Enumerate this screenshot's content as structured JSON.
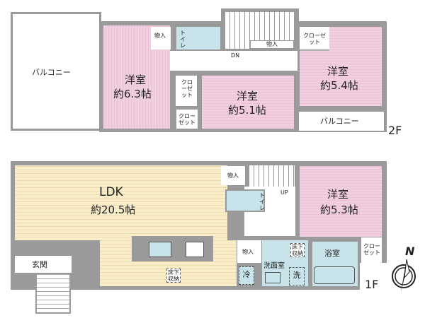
{
  "floor2": {
    "label": "2F",
    "balcony_left": "バルコニー",
    "balcony_right": "バルコニー",
    "room_a": {
      "name": "洋室",
      "size": "約6.3帖"
    },
    "room_b": {
      "name": "洋室",
      "size": "約5.1帖"
    },
    "room_c": {
      "name": "洋室",
      "size": "約5.4帖"
    },
    "storage1": "物入",
    "storage2": "物入",
    "toilet": "トイレ",
    "closet1": "クローゼット",
    "closet2": "クローゼット",
    "closet3": "クローゼット",
    "stairs": "DN"
  },
  "floor1": {
    "label": "1F",
    "ldk": {
      "name": "LDK",
      "size": "約20.5帖"
    },
    "room": {
      "name": "洋室",
      "size": "約5.3帖"
    },
    "entrance": "玄関",
    "storage1": "物入",
    "storage2": "物入",
    "toilet": "トイレ",
    "stairs": "UP",
    "washroom": "洗面室",
    "bath": "浴室",
    "closet": "クローゼット",
    "underfloor1": "床下収納",
    "underfloor2": "床下収納",
    "fridge": "冷",
    "washer": "洗"
  },
  "compass": {
    "label": "N",
    "icon": "north-arrow-icon"
  }
}
